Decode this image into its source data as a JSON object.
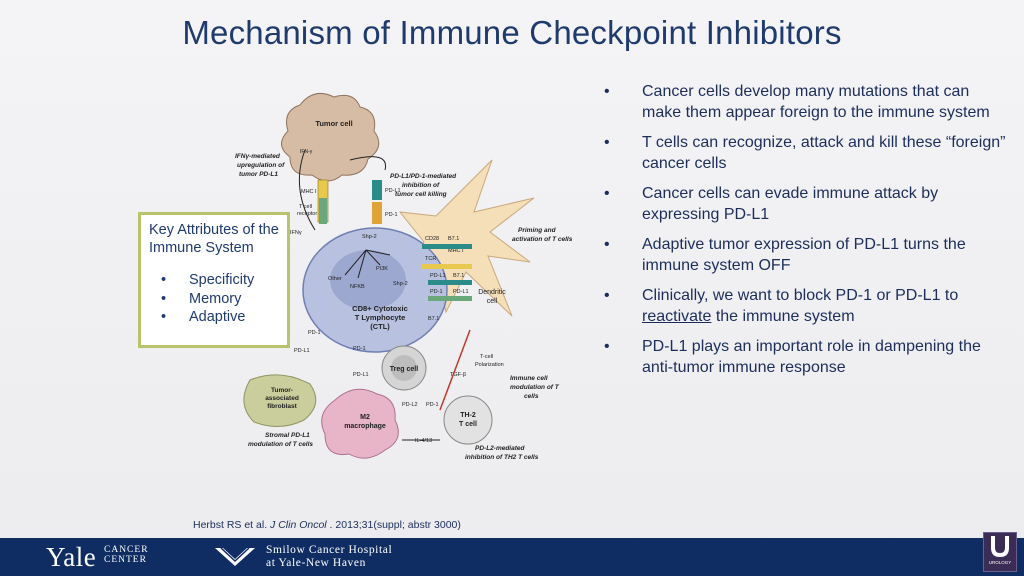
{
  "title": "Mechanism of Immune Checkpoint Inhibitors",
  "key_box": {
    "heading": "Key Attributes of the Immune System",
    "items": [
      "Specificity",
      "Memory",
      "Adaptive"
    ]
  },
  "bullets": [
    "Cancer cells develop many mutations that can make them appear foreign to the immune system",
    "T cells can recognize, attack and kill these “foreign” cancer cells",
    "Cancer cells can evade immune attack by expressing PD-L1",
    "Adaptive tumor expression of PD-L1 turns the immune system OFF"
  ],
  "bullet5": {
    "pre": "Clinically, we want to block PD-1 or PD-L1 to ",
    "underlined": "reactivate",
    "post": " the immune system"
  },
  "bullet6": "PD-L1 plays an important role in dampening the anti-tumor immune response",
  "citation": {
    "pre": "Herbst RS et al. ",
    "journal": "J Clin Oncol",
    "post": " . 2013;31(suppl; abstr 3000)"
  },
  "diagram": {
    "tumor_cell": "Tumor cell",
    "ifn_label_small": "IFN-γ",
    "ifn_mediated": [
      "IFNγ-mediated",
      "upregulation of",
      "tumor PD-L1"
    ],
    "pdl1_pd1_mediated": [
      "PD-L1/PD-1-mediated",
      "inhibition of",
      "tumor cell killing"
    ],
    "mhc1": "MHC I",
    "tcr_receptor": [
      "T cell",
      "receptor"
    ],
    "pdl1": "PD-L1",
    "pd1": "PD-1",
    "ifny": "IFNγ",
    "shp2": "Shp-2",
    "cd28": "CD28",
    "b71": "B7.1",
    "tcr": "TCR",
    "pi3k": "PI3K",
    "nfkb": "NFKB",
    "other": "Other",
    "ctl": [
      "CD8+ Cytotoxic",
      "T Lymphocyte",
      "(CTL)"
    ],
    "priming": [
      "Priming and",
      "activation of T cells"
    ],
    "dendritic": [
      "Dendritic",
      "cell"
    ],
    "treg": "Treg cell",
    "tcell_polarization": [
      "T-cell",
      "Polarization"
    ],
    "tgf": "TGF-β",
    "il4": "IL-4/13",
    "immune_modulation": [
      "Immune cell",
      "modulation of T",
      "cells"
    ],
    "fibroblast": [
      "Tumor-",
      "associated",
      "fibroblast"
    ],
    "m2": [
      "M2",
      "macrophage"
    ],
    "th2": [
      "TH-2",
      "T cell"
    ],
    "pdl2": "PD-L2",
    "stromal": [
      "Stromal PD-L1",
      "modulation of T cells"
    ],
    "pdl2_mediated": [
      "PD-L2-mediated",
      "inhibition of TH2 T cells"
    ]
  },
  "footer": {
    "yale": "Yale",
    "cancer": "CANCER",
    "center": "CENTER",
    "smilow1": "Smilow Cancer Hospital",
    "smilow2": "at Yale-New Haven",
    "badge": "UROLOGY"
  },
  "colors": {
    "footer_bg": "#0f2d63",
    "title": "#1f3b6e",
    "key_border": "#b9c46a"
  }
}
